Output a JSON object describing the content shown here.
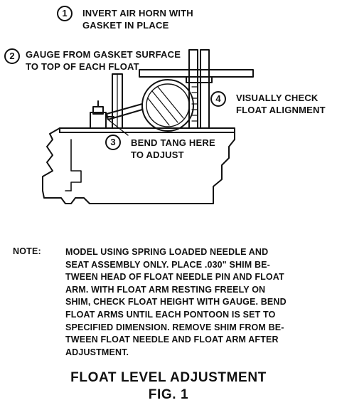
{
  "steps": [
    {
      "number": "1",
      "text": "INVERT AIR HORN WITH\nGASKET IN PLACE"
    },
    {
      "number": "2",
      "text": "GAUGE FROM GASKET SURFACE\nTO TOP OF EACH FLOAT"
    },
    {
      "number": "3",
      "text": "BEND TANG HERE\nTO ADJUST"
    },
    {
      "number": "4",
      "text": "VISUALLY CHECK\nFLOAT ALIGNMENT"
    }
  ],
  "note": {
    "label": "NOTE:",
    "text": "MODEL USING SPRING LOADED NEEDLE AND\nSEAT ASSEMBLY ONLY. PLACE .030\" SHIM BE-\nTWEEN HEAD OF FLOAT NEEDLE PIN AND FLOAT\nARM. WITH FLOAT ARM RESTING FREELY ON\nSHIM, CHECK FLOAT HEIGHT WITH GAUGE. BEND\nFLOAT ARMS UNTIL EACH PONTOON IS SET TO\nSPECIFIED DIMENSION. REMOVE SHIM FROM BE-\nTWEEN FLOAT NEEDLE AND FLOAT ARM AFTER\nADJUSTMENT."
  },
  "title": "FLOAT LEVEL ADJUSTMENT",
  "figure_label": "FIG. 1"
}
